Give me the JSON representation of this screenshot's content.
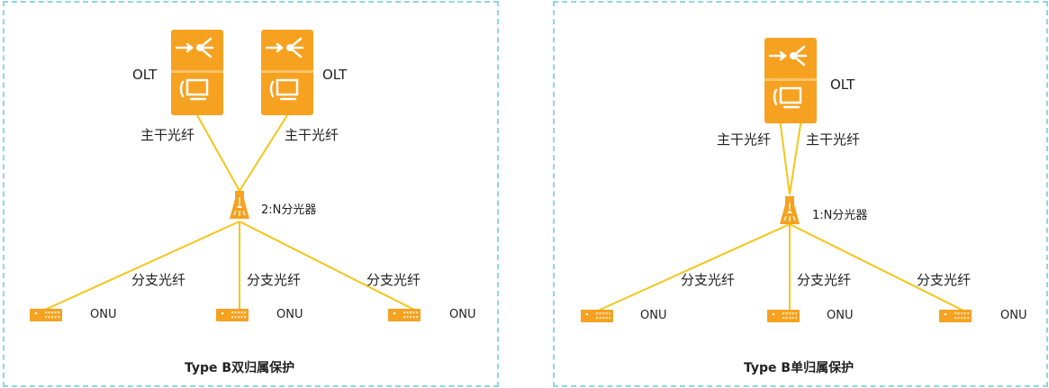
{
  "left": {
    "title": "Type B双归属保护",
    "olt_labels": [
      "OLT",
      "OLT"
    ],
    "trunk_labels": [
      "主干光纤",
      "主干光纤"
    ],
    "splitter_label": "2:N分光器",
    "branch_labels": [
      "分支光纤",
      "分支光纤",
      "分支光纤"
    ],
    "onu_labels": [
      "ONU",
      "ONU",
      "ONU"
    ]
  },
  "right": {
    "title": "Type B单归属保护",
    "olt_label": "OLT",
    "trunk_labels": [
      "主干光纤",
      "主干光纤"
    ],
    "splitter_label": "1:N分光器",
    "branch_labels": [
      "分支光纤",
      "分支光纤",
      "分支光纤"
    ],
    "onu_labels": [
      "ONU",
      "ONU",
      "ONU"
    ]
  },
  "colors": {
    "device": "#f6a11f",
    "fiber": "#f5c518",
    "border": "#8fd6de"
  }
}
